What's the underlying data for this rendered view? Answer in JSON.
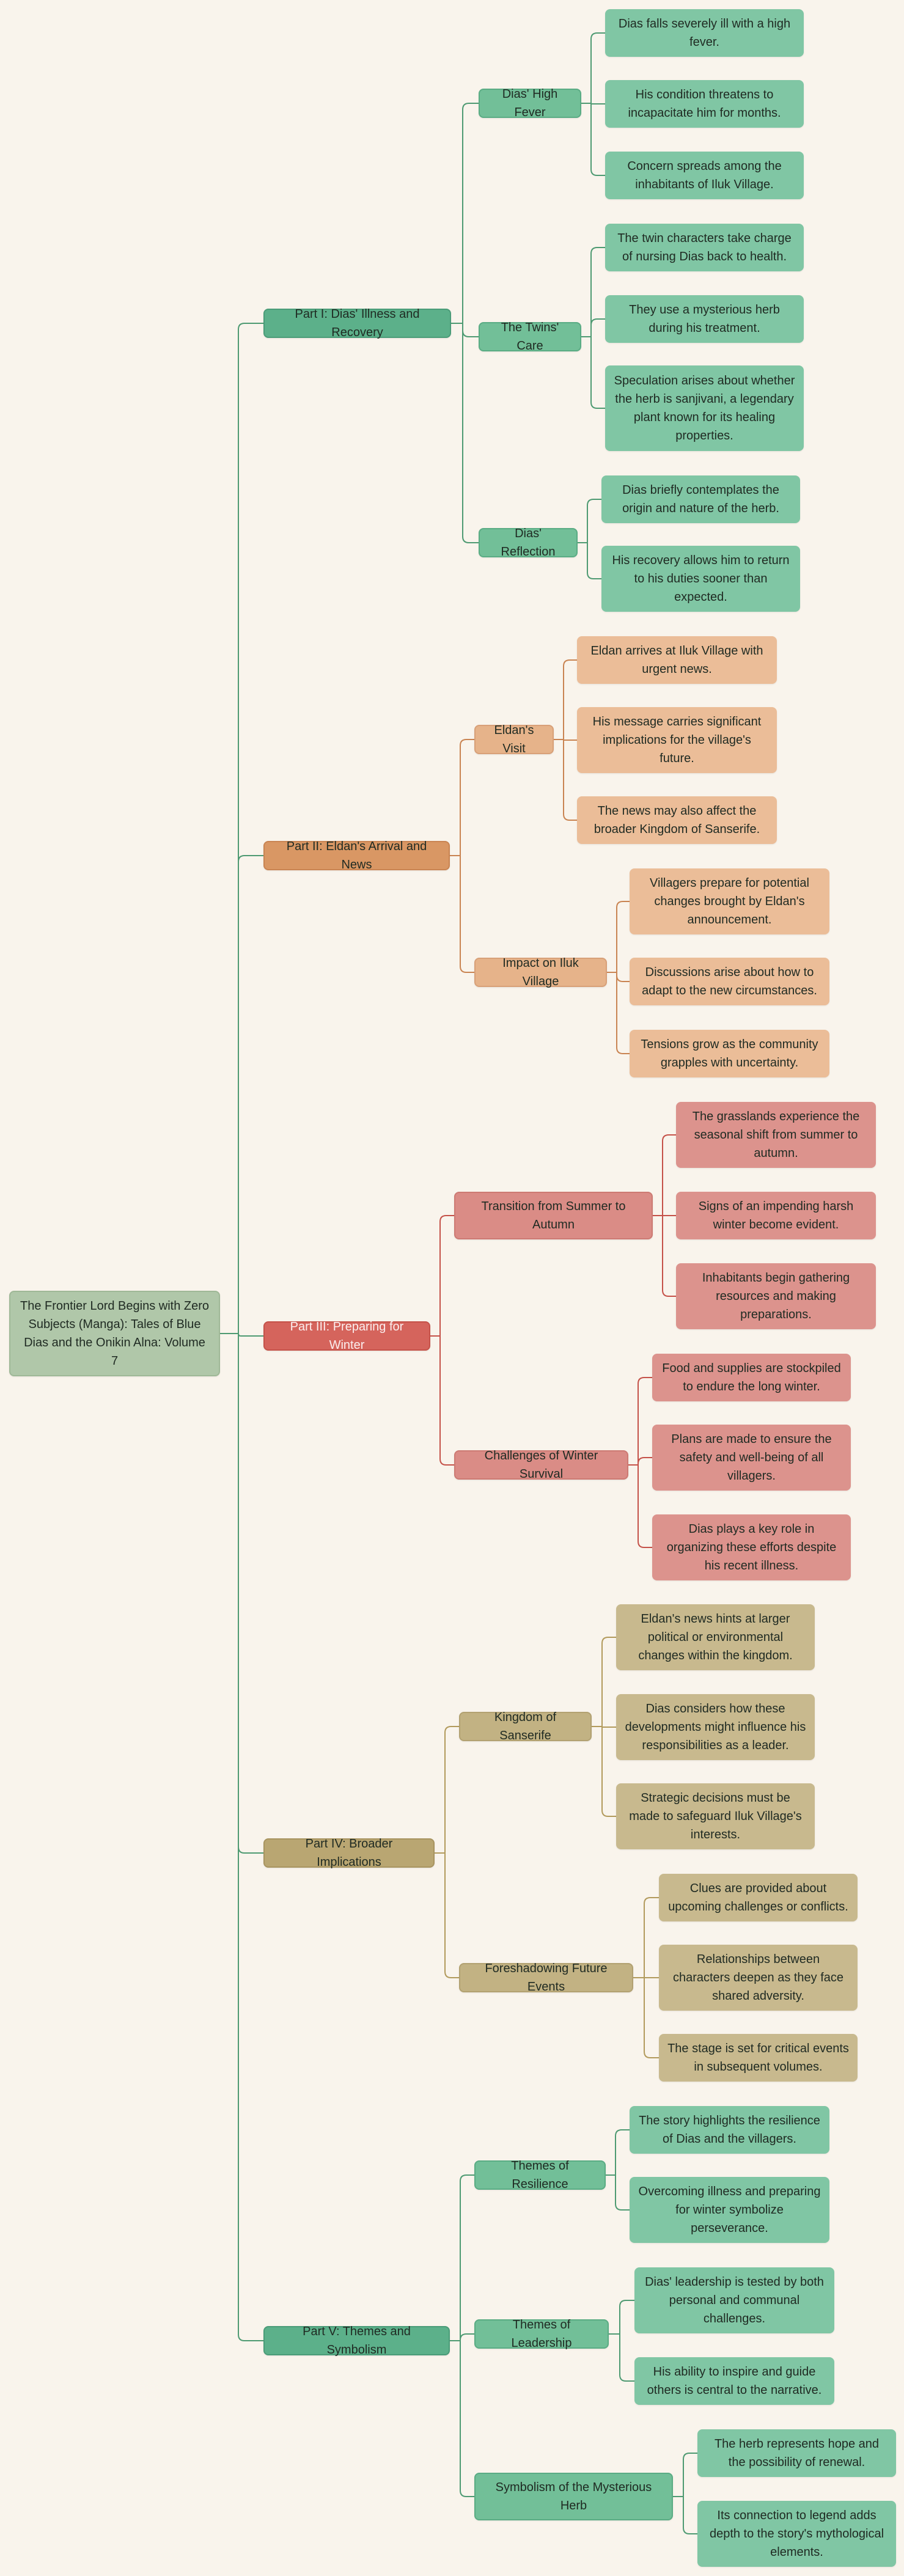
{
  "root": {
    "label": "The Frontier Lord Begins with Zero Subjects (Manga): Tales of Blue Dias and the Onikin Alna: Volume 7"
  },
  "parts": [
    {
      "label": "Part I: Dias' Illness and Recovery",
      "color_group": "green",
      "edge_color": "#4e9a72",
      "children": [
        {
          "label": "Dias' High Fever",
          "leaves": [
            "Dias falls severely ill with a high fever.",
            "His condition threatens to incapacitate him for months.",
            "Concern spreads among the inhabitants of Iluk Village."
          ]
        },
        {
          "label": "The Twins' Care",
          "leaves": [
            "The twin characters take charge of nursing Dias back to health.",
            "They use a mysterious herb during his treatment.",
            "Speculation arises about whether the herb is sanjivani, a legendary plant known for its healing properties."
          ]
        },
        {
          "label": "Dias' Reflection",
          "leaves": [
            "Dias briefly contemplates the origin and nature of the herb.",
            "His recovery allows him to return to his duties sooner than expected."
          ]
        }
      ]
    },
    {
      "label": "Part II: Eldan's Arrival and News",
      "color_group": "orange",
      "edge_color": "#c98452",
      "children": [
        {
          "label": "Eldan's Visit",
          "leaves": [
            "Eldan arrives at Iluk Village with urgent news.",
            "His message carries significant implications for the village's future.",
            "The news may also affect the broader Kingdom of Sanserife."
          ]
        },
        {
          "label": "Impact on Iluk Village",
          "leaves": [
            "Villagers prepare for potential changes brought by Eldan's announcement.",
            "Discussions arise about how to adapt to the new circumstances.",
            "Tensions grow as the community grapples with uncertainty."
          ]
        }
      ]
    },
    {
      "label": "Part III: Preparing for Winter",
      "color_group": "red",
      "edge_color": "#c55249",
      "children": [
        {
          "label": "Transition from Summer to Autumn",
          "leaves": [
            "The grasslands experience the seasonal shift from summer to autumn.",
            "Signs of an impending harsh winter become evident.",
            "Inhabitants begin gathering resources and making preparations."
          ]
        },
        {
          "label": "Challenges of Winter Survival",
          "leaves": [
            "Food and supplies are stockpiled to endure the long winter.",
            "Plans are made to ensure the safety and well-being of all villagers.",
            "Dias plays a key role in organizing these efforts despite his recent illness."
          ]
        }
      ]
    },
    {
      "label": "Part IV: Broader Implications",
      "color_group": "tan",
      "edge_color": "#b29a5c",
      "children": [
        {
          "label": "Kingdom of Sanserife",
          "leaves": [
            "Eldan's news hints at larger political or environmental changes within the kingdom.",
            "Dias considers how these developments might influence his responsibilities as a leader.",
            "Strategic decisions must be made to safeguard Iluk Village's interests."
          ]
        },
        {
          "label": "Foreshadowing Future Events",
          "leaves": [
            "Clues are provided about upcoming challenges or conflicts.",
            "Relationships between characters deepen as they face shared adversity.",
            "The stage is set for critical events in subsequent volumes."
          ]
        }
      ]
    },
    {
      "label": "Part V: Themes and Symbolism",
      "color_group": "green",
      "edge_color": "#4e9a72",
      "children": [
        {
          "label": "Themes of Resilience",
          "leaves": [
            "The story highlights the resilience of Dias and the villagers.",
            "Overcoming illness and preparing for winter symbolize perseverance."
          ]
        },
        {
          "label": "Themes of Leadership",
          "leaves": [
            "Dias' leadership is tested by both personal and communal challenges.",
            "His ability to inspire and guide others is central to the narrative."
          ]
        },
        {
          "label": "Symbolism of the Mysterious Herb",
          "leaves": [
            "The herb represents hope and the possibility of renewal.",
            "Its connection to legend adds depth to the story's mythological elements."
          ]
        }
      ]
    }
  ]
}
